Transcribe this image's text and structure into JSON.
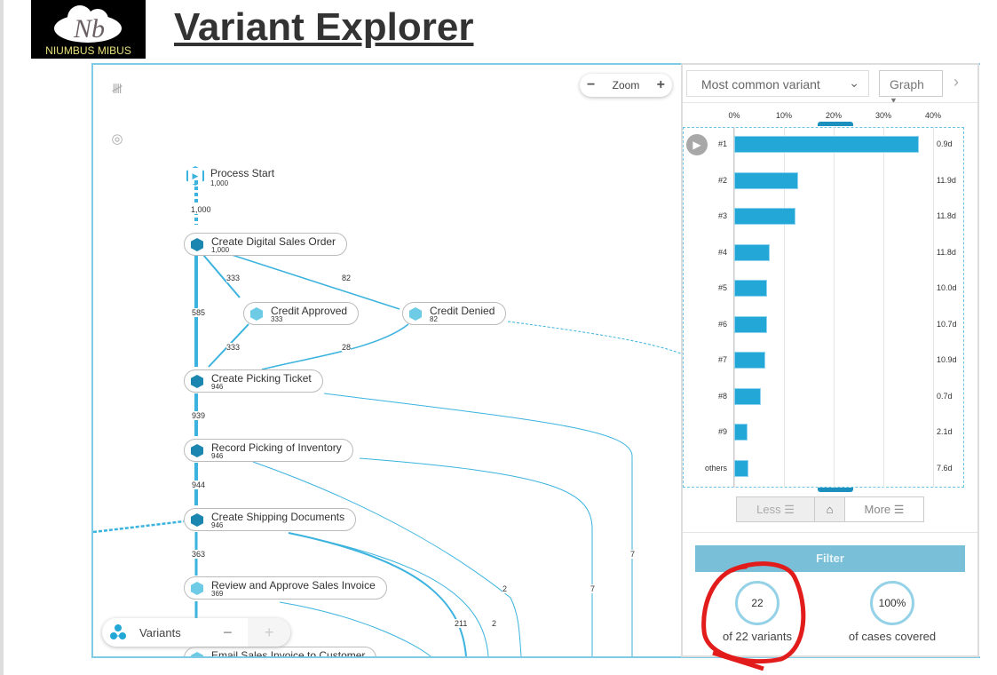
{
  "header": {
    "logo_text": "NIUMBUS MIBUS",
    "title": "Variant Explorer"
  },
  "canvas": {
    "zoom_label": "Zoom",
    "zoom_minus": "−",
    "zoom_plus": "+",
    "nodes": [
      {
        "label": "Process Start",
        "count": "1,000"
      },
      {
        "label": "Create Digital Sales Order",
        "count": "1,000"
      },
      {
        "label": "Credit Approved",
        "count": "333"
      },
      {
        "label": "Credit Denied",
        "count": "82"
      },
      {
        "label": "Create Picking Ticket",
        "count": "946"
      },
      {
        "label": "Record Picking of Inventory",
        "count": "946"
      },
      {
        "label": "Create Shipping Documents",
        "count": "946"
      },
      {
        "label": "Review and Approve Sales Invoice",
        "count": "369"
      },
      {
        "label": "Email Sales Invoice to Customer",
        "count": ""
      }
    ],
    "edge_labels": [
      "1,000",
      "333",
      "82",
      "585",
      "333",
      "28",
      "939",
      "944",
      "363",
      "7",
      "2",
      "7",
      "211",
      "2"
    ],
    "variants_label": "Variants",
    "variants_minus": "−",
    "variants_plus": "+"
  },
  "panel": {
    "select_value": "Most common variant",
    "graph_button": "Graph",
    "less": "Less",
    "more": "More",
    "filter": "Filter",
    "variants_count": "22",
    "variants_caption": "of 22 variants",
    "coverage": "100%",
    "coverage_caption": "of cases covered"
  },
  "chart_data": {
    "type": "bar",
    "orientation": "horizontal",
    "x_ticks": [
      "0%",
      "10%",
      "20%",
      "30%",
      "40%"
    ],
    "xlim": [
      0,
      40
    ],
    "categories": [
      "#1",
      "#2",
      "#3",
      "#4",
      "#5",
      "#6",
      "#7",
      "#8",
      "#9",
      "others"
    ],
    "values": [
      37.1,
      12.9,
      12.3,
      7.1,
      6.6,
      6.6,
      6.3,
      5.4,
      2.7,
      2.9
    ],
    "durations": [
      "0.9d",
      "11.9d",
      "11.8d",
      "11.8d",
      "10.0d",
      "10.7d",
      "10.9d",
      "0.7d",
      "2.1d",
      "7.6d"
    ],
    "bar_color": "#22a7d6"
  }
}
